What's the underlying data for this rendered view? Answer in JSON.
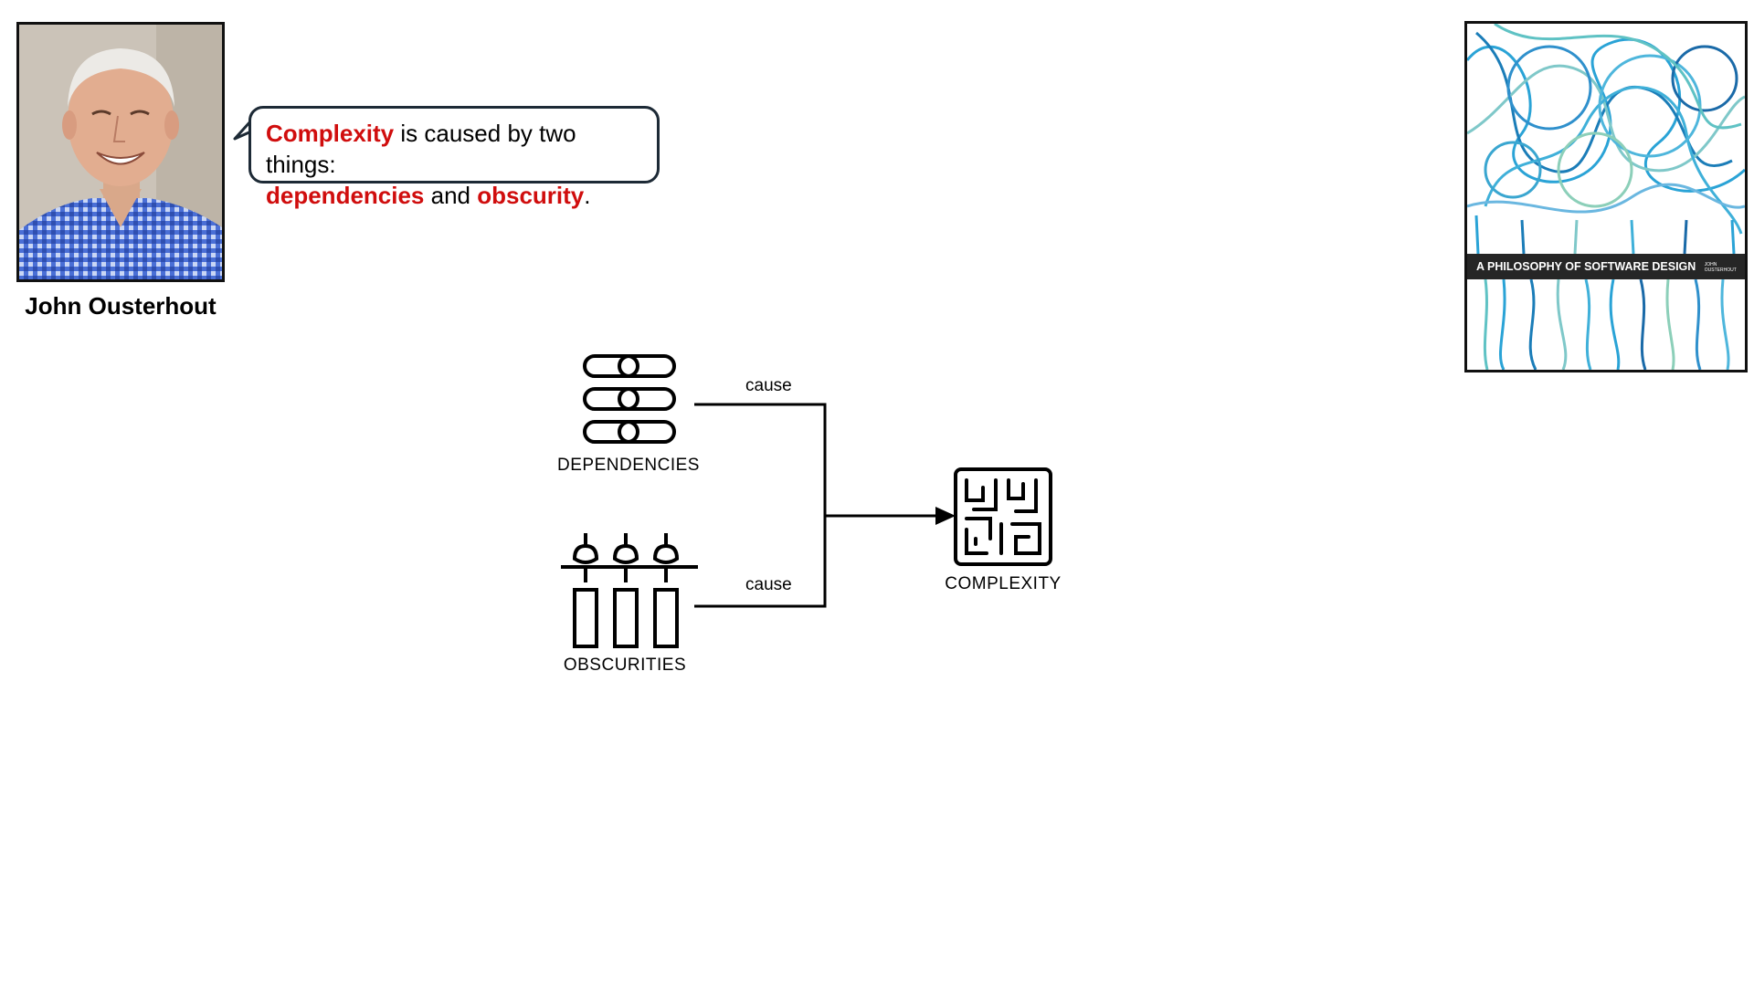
{
  "speaker": {
    "name": "John Ousterhout"
  },
  "quote": {
    "term_complexity": "Complexity",
    "text_middle": " is caused by two things:",
    "term_dependencies": "dependencies",
    "text_and": " and ",
    "term_obscurity": "obscurity",
    "text_end": ".",
    "highlight_color": "#d00d0d"
  },
  "book": {
    "title": "A PHILOSOPHY OF SOFTWARE DESIGN",
    "author_line1": "JOHN",
    "author_line2": "OUSTERHOUT"
  },
  "diagram": {
    "nodes": {
      "dependencies": {
        "label": "DEPENDENCIES",
        "icon": "chain-links-icon"
      },
      "obscurities": {
        "label": "OBSCURITIES",
        "icon": "candles-icon"
      },
      "complexity": {
        "label": "COMPLEXITY",
        "icon": "maze-icon"
      }
    },
    "edges": [
      {
        "from": "dependencies",
        "to": "complexity",
        "label": "cause"
      },
      {
        "from": "obscurities",
        "to": "complexity",
        "label": "cause"
      }
    ]
  }
}
